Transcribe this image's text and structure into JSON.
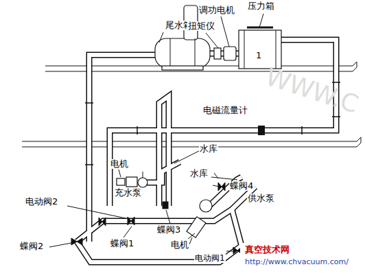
{
  "diagram": {
    "labels": [
      "尾水箱",
      "调功电机",
      "压力箱",
      "扭矩仪",
      "1",
      "电磁流量计",
      "水库",
      "电机",
      "充水泵",
      "水库",
      "蝶阀4",
      "供水泵",
      "电动阀2",
      "蝶阀3",
      "蝶阀2",
      "蝶阀1",
      "电机",
      "电动阀1",
      "真空技术网",
      "http://www.chvacuum.com/",
      "WWW.C"
    ]
  }
}
